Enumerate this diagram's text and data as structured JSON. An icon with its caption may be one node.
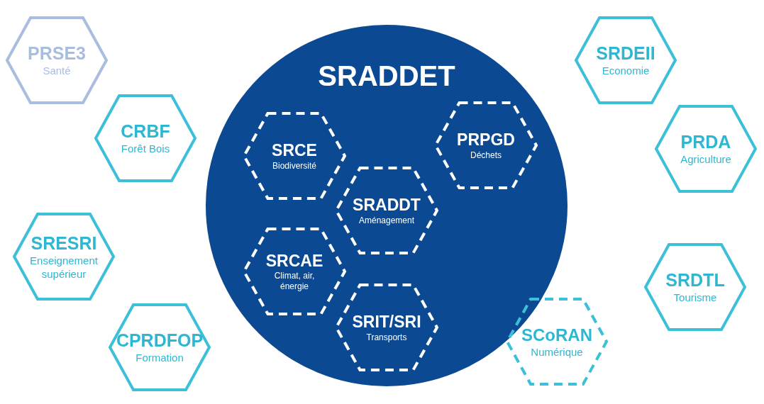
{
  "diagram": {
    "nodes": [
      {
        "text": [
          "PRSE3",
          "Santé"
        ]
      },
      {
        "text": [
          "SRADDET"
        ]
      },
      {
        "text": [
          "SRCE",
          "Biodiversité"
        ],
        "in": 1
      },
      {
        "text": [
          "PRPGD",
          "Déchets"
        ],
        "in": 1
      },
      {
        "text": [
          "SRADDT",
          "Aménagement"
        ],
        "in": 1
      },
      {
        "text": [
          "SRCAE",
          "Climat, air, énergie"
        ],
        "in": 1
      },
      {
        "text": [
          "SRIT/SRI",
          "Transports"
        ],
        "in": 1
      },
      {
        "text": [
          "SRDEII",
          "Economie"
        ]
      },
      {
        "text": [
          "CRBF",
          "Forêt Bois"
        ]
      },
      {
        "text": [
          "PRDA",
          "Agriculture"
        ]
      },
      {
        "text": [
          "SRESRI",
          "Enseignement supérieur"
        ]
      },
      {
        "text": [
          "SRDTL",
          "Tourisme"
        ]
      },
      {
        "text": [
          "CPRDFOP",
          "Formation"
        ]
      },
      {
        "text": [
          "SCoRAN",
          "Numérique"
        ]
      }
    ]
  }
}
